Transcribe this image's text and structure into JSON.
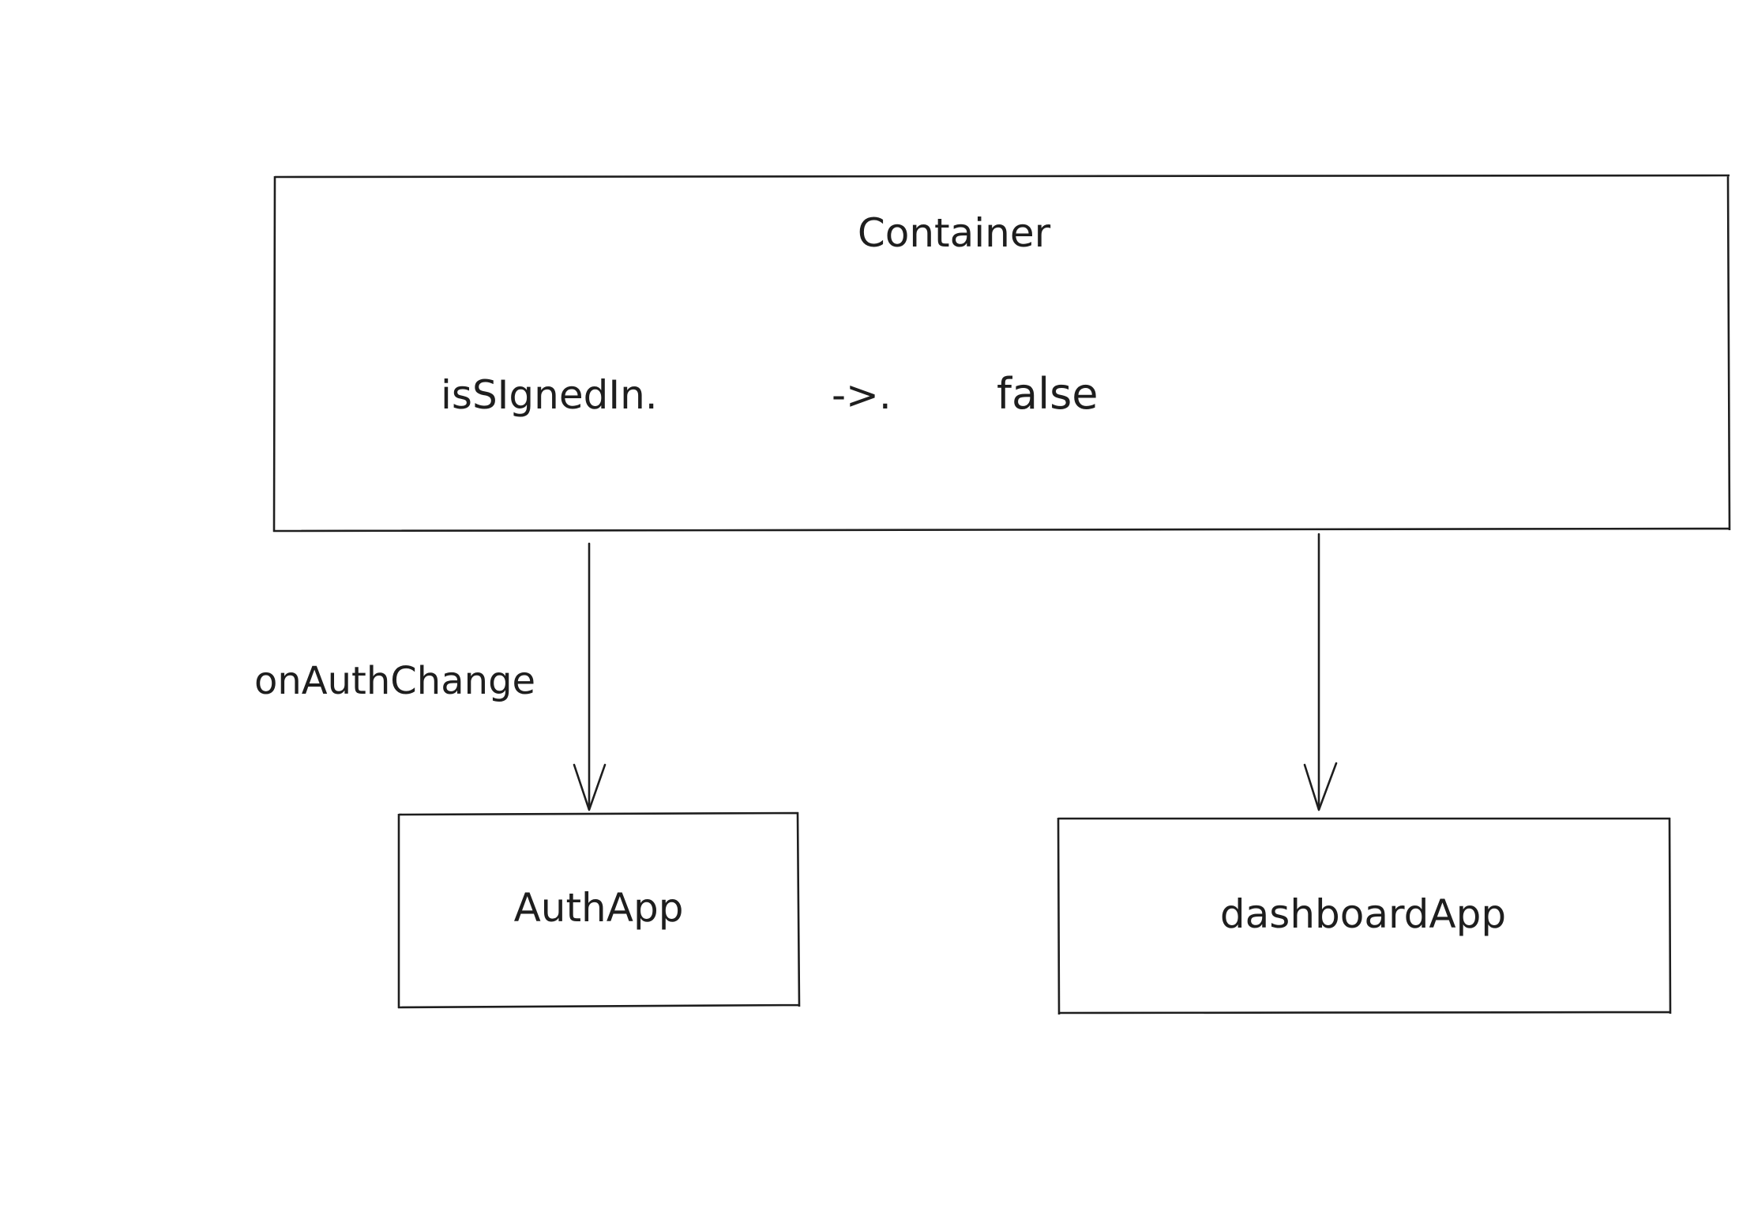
{
  "diagram": {
    "container": {
      "title": "Container",
      "state_key": "isSIgnedIn.",
      "state_arrow": "->.",
      "state_value": "false"
    },
    "edge_label": "onAuthChange",
    "children": {
      "auth": "AuthApp",
      "dashboard": "dashboardApp"
    }
  }
}
